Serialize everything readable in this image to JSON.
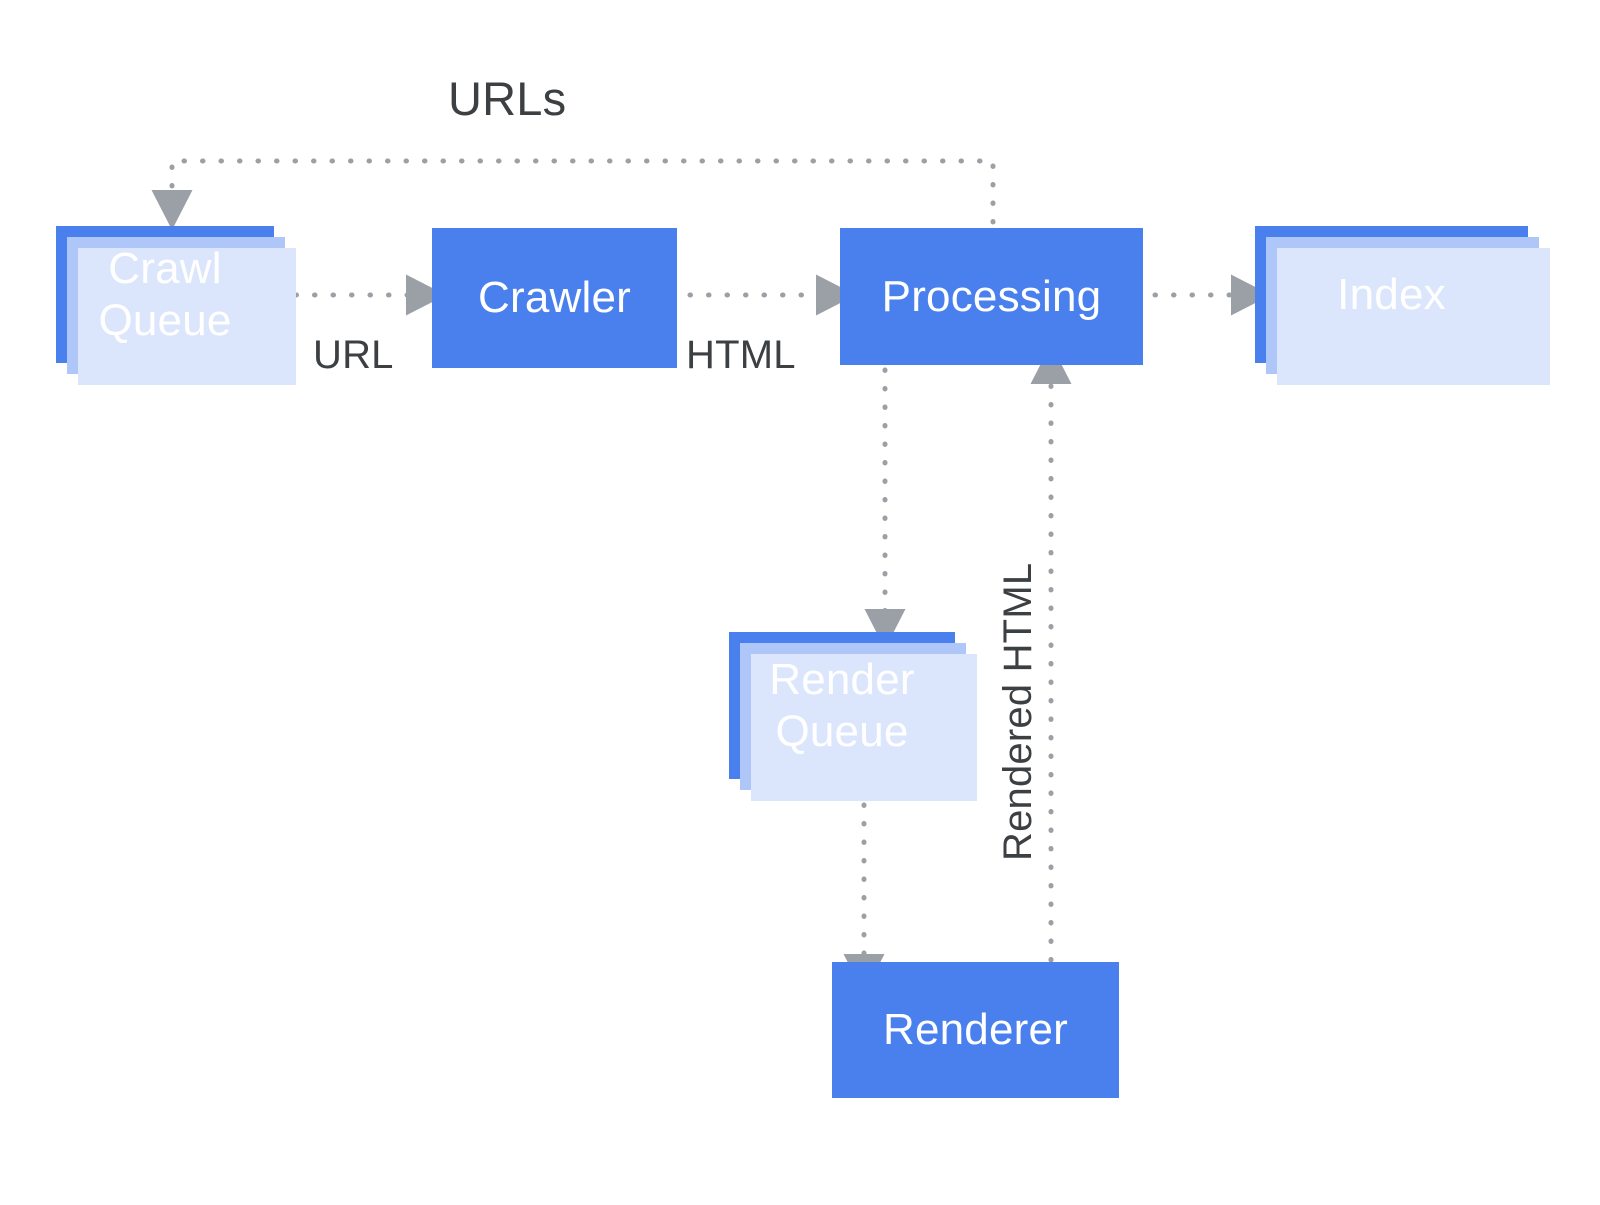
{
  "diagram": {
    "title_label": "URLs",
    "accent_color": "#4a80ee",
    "stack_color_mid": "#aec6f8",
    "stack_color_light": "#dbe6fd",
    "arrow_color": "#9aa0a6",
    "text_color": "#3c4043",
    "node_text_color": "#ffffff",
    "background": "#ffffff",
    "nodes": [
      {
        "id": "crawl-queue",
        "label": "Crawl\nQueue",
        "stacked": true
      },
      {
        "id": "crawler",
        "label": "Crawler",
        "stacked": false
      },
      {
        "id": "processing",
        "label": "Processing",
        "stacked": false
      },
      {
        "id": "index",
        "label": "Index",
        "stacked": true
      },
      {
        "id": "render-queue",
        "label": "Render\nQueue",
        "stacked": true
      },
      {
        "id": "renderer",
        "label": "Renderer",
        "stacked": false
      }
    ],
    "edges": [
      {
        "id": "crawl-queue-to-crawler",
        "label": "URL",
        "from": "crawl-queue",
        "to": "crawler",
        "style": "dotted",
        "direction": "right"
      },
      {
        "id": "crawler-to-processing",
        "label": "HTML",
        "from": "crawler",
        "to": "processing",
        "style": "dotted",
        "direction": "right"
      },
      {
        "id": "processing-to-index",
        "label": "",
        "from": "processing",
        "to": "index",
        "style": "dotted",
        "direction": "right"
      },
      {
        "id": "processing-to-crawl-queue",
        "label": "URLs",
        "from": "processing",
        "to": "crawl-queue",
        "style": "dotted",
        "direction": "left-up-loop"
      },
      {
        "id": "processing-to-render-queue",
        "label": "",
        "from": "processing",
        "to": "render-queue",
        "style": "dotted",
        "direction": "down"
      },
      {
        "id": "render-queue-to-renderer",
        "label": "",
        "from": "render-queue",
        "to": "renderer",
        "style": "dotted",
        "direction": "down"
      },
      {
        "id": "renderer-to-processing",
        "label": "Rendered HTML",
        "from": "renderer",
        "to": "processing",
        "style": "dotted",
        "direction": "up"
      }
    ]
  },
  "labels": {
    "urls": "URLs",
    "url": "URL",
    "html": "HTML",
    "rendered_html": "Rendered HTML"
  }
}
